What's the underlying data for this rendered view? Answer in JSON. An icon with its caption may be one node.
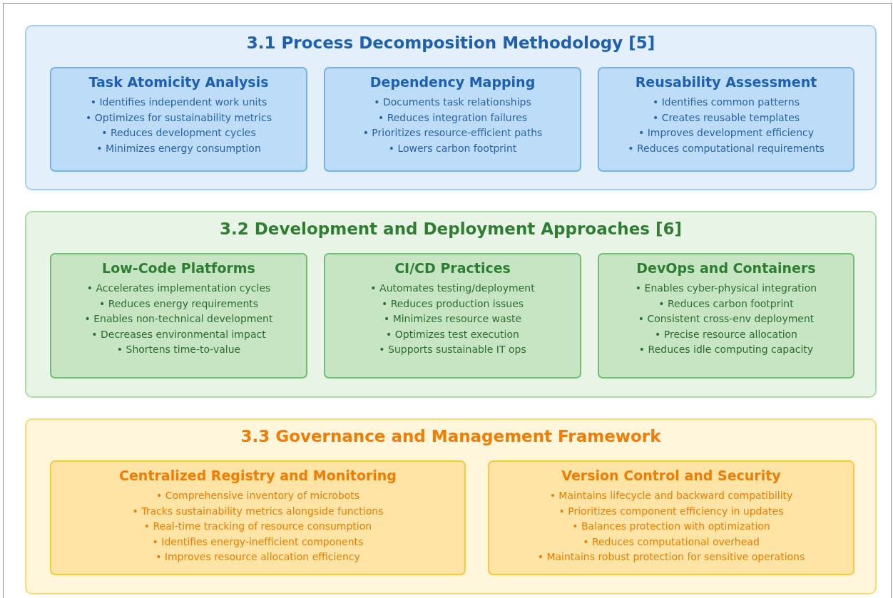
{
  "diagram": {
    "nodes": [
      {
        "text": [
          "3.1 Process Decomposition Methodology [5]"
        ]
      },
      {
        "text": [
          "Task Atomicity Analysis",
          "• Identifies independent work units",
          "• Optimizes for sustainability metrics",
          "• Reduces development cycles",
          "• Minimizes energy consumption"
        ],
        "in": 0
      },
      {
        "text": [
          "Dependency Mapping",
          "• Documents task relationships",
          "• Reduces integration failures",
          "• Prioritizes resource-efficient paths",
          "• Lowers carbon footprint"
        ],
        "in": 0
      },
      {
        "text": [
          "Reusability Assessment",
          "• Identifies common patterns",
          "• Creates reusable templates",
          "• Improves development efficiency",
          "• Reduces computational requirements"
        ],
        "in": 0
      },
      {
        "text": [
          "3.2 Development and Deployment Approaches [6]"
        ]
      },
      {
        "text": [
          "Low-Code Platforms",
          "• Accelerates implementation cycles",
          "• Reduces energy requirements",
          "• Enables non-technical development",
          "• Decreases environmental impact",
          "• Shortens time-to-value"
        ],
        "in": 4
      },
      {
        "text": [
          "CI/CD Practices",
          "• Automates testing/deployment",
          "• Reduces production issues",
          "• Minimizes resource waste",
          "• Optimizes test execution",
          "• Supports sustainable IT ops"
        ],
        "in": 4
      },
      {
        "text": [
          "DevOps and Containers",
          "• Enables cyber-physical integration",
          "• Reduces carbon footprint",
          "• Consistent cross-env deployment",
          "• Precise resource allocation",
          "• Reduces idle computing capacity"
        ],
        "in": 4
      },
      {
        "text": [
          "3.3 Governance and Management Framework"
        ]
      },
      {
        "text": [
          "Centralized Registry and Monitoring",
          "• Comprehensive inventory of microbots",
          "• Tracks sustainability metrics alongside functions",
          "• Real-time tracking of resource consumption",
          "• Identifies energy-inefficient components",
          "• Improves resource allocation efficiency"
        ],
        "in": 8
      },
      {
        "text": [
          "Version Control and Security",
          "• Maintains lifecycle and backward compatibility",
          "• Prioritizes component efficiency in updates",
          "• Balances protection with optimization",
          "• Reduces computational overhead",
          "• Maintains robust protection for sensitive operations"
        ],
        "in": 8
      }
    ],
    "edges": []
  }
}
